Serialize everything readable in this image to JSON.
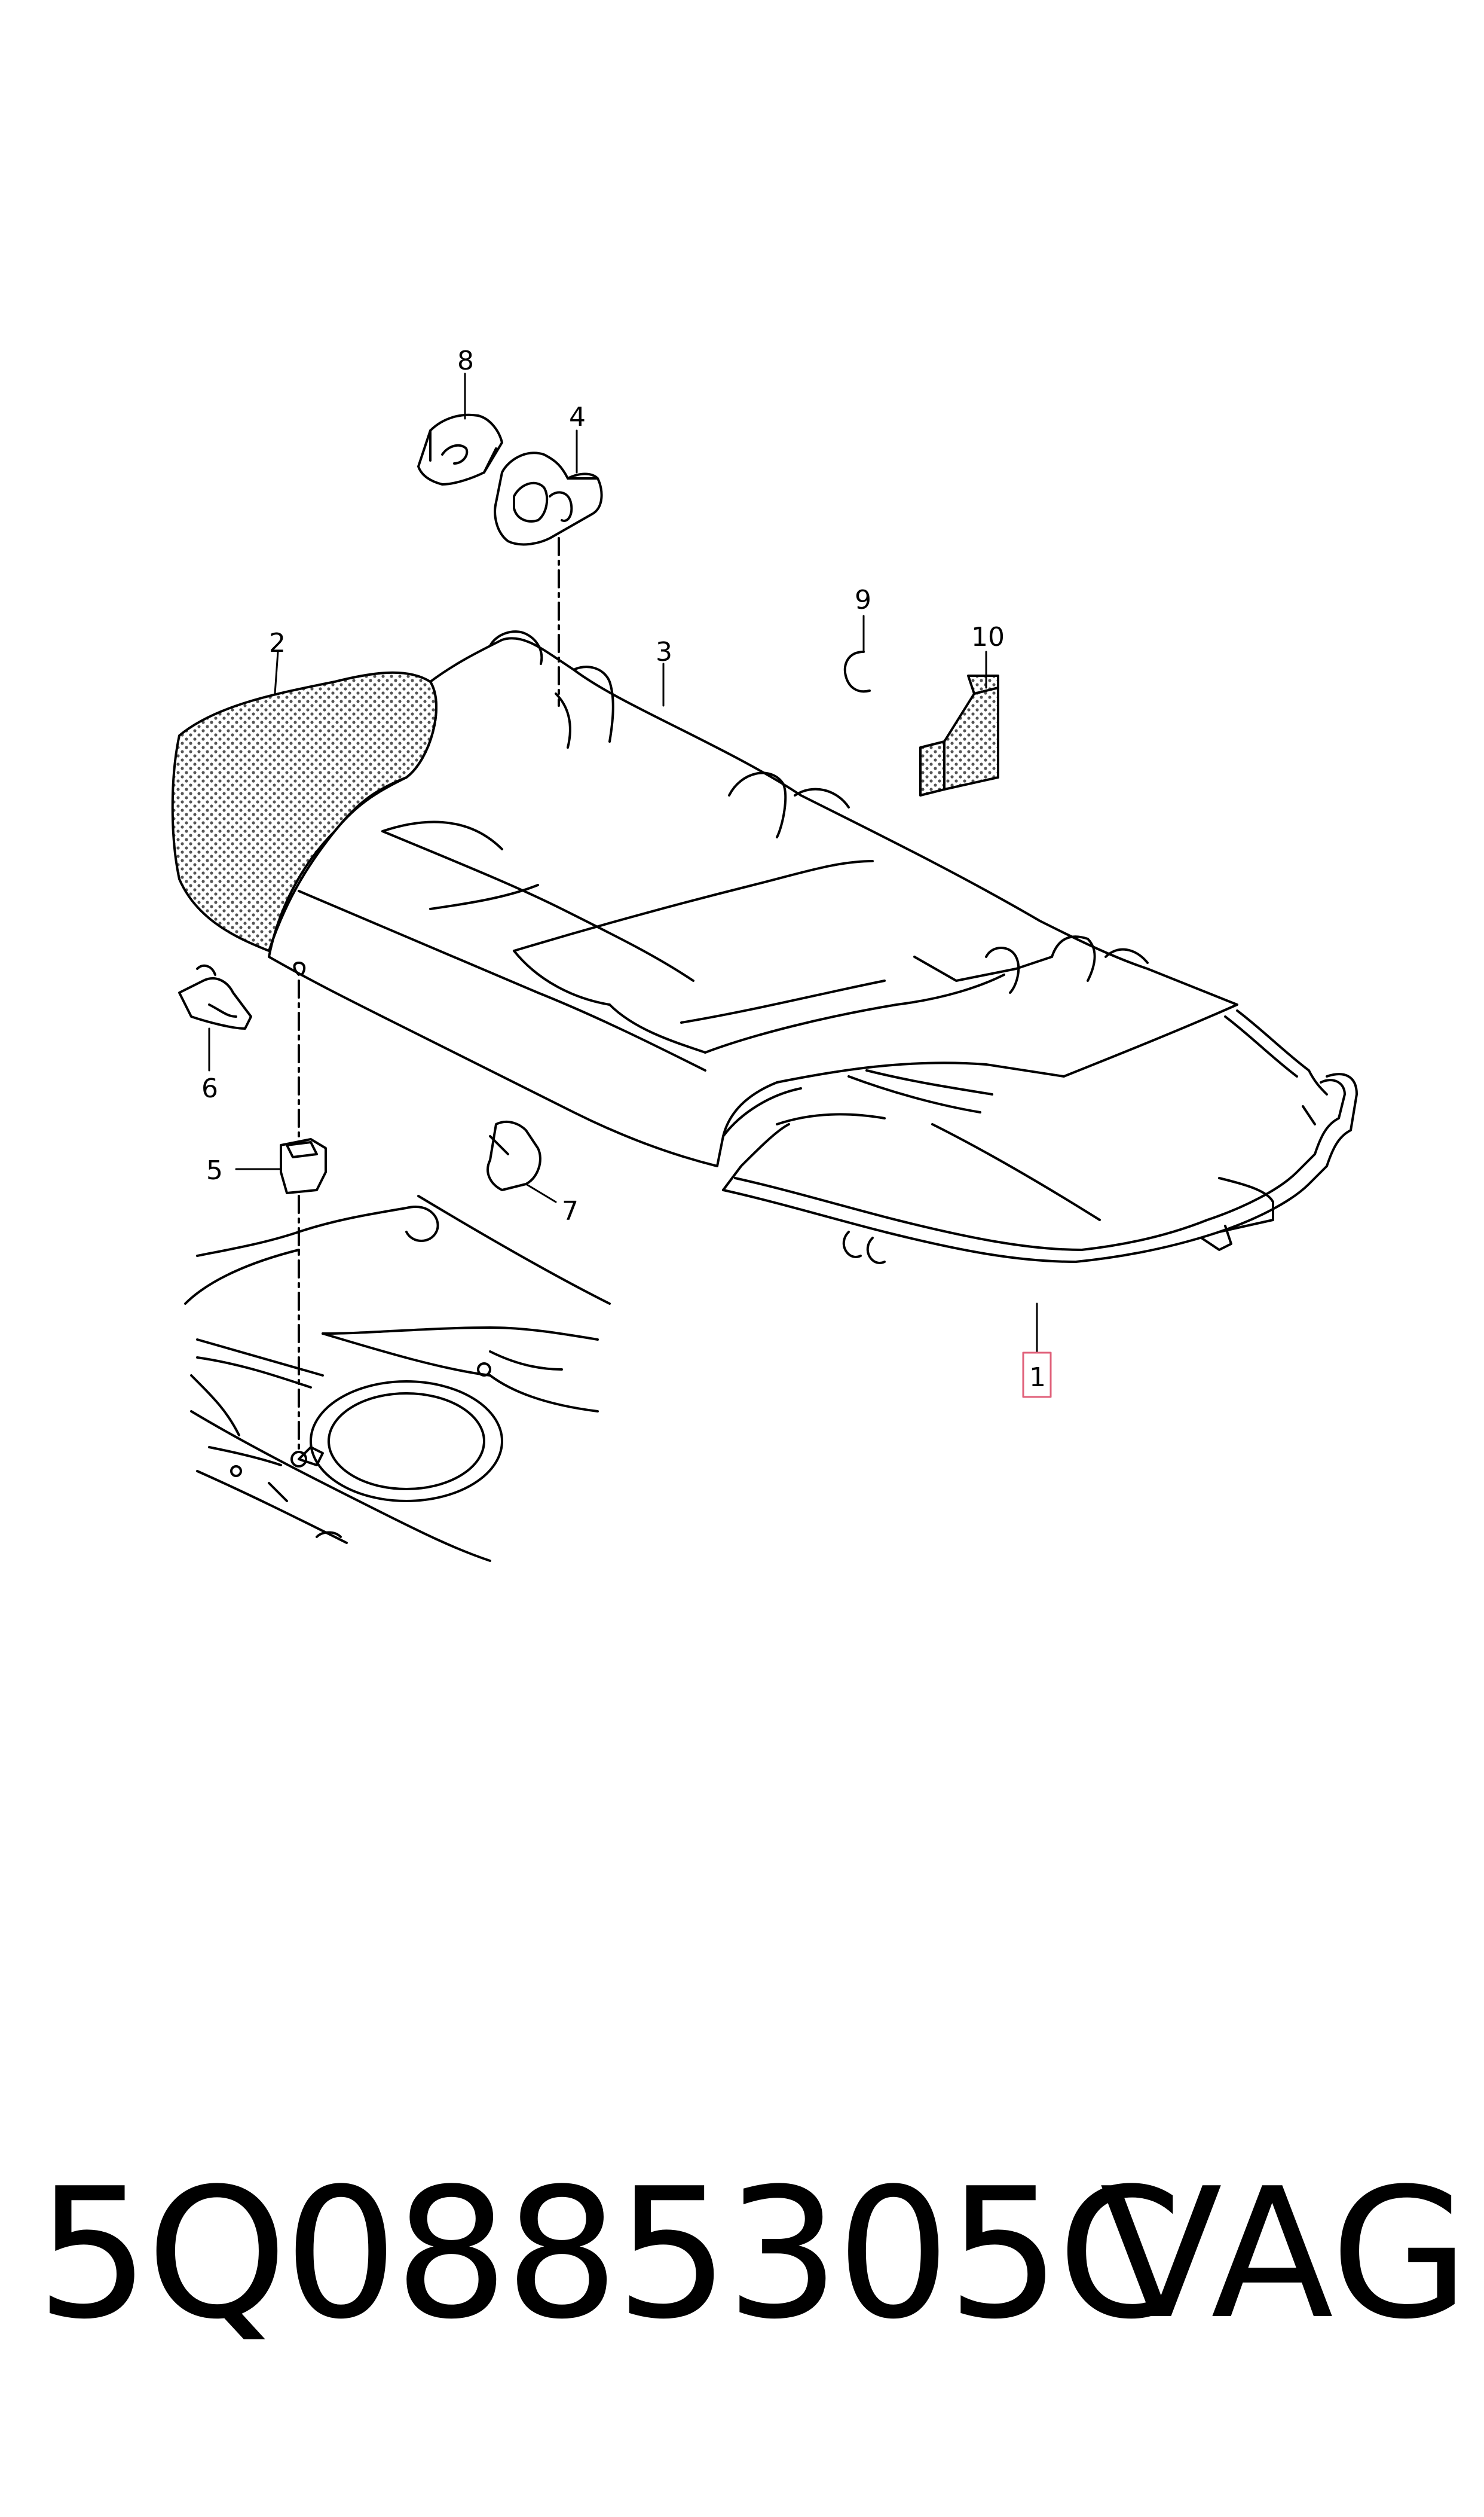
{
  "callouts": {
    "c1": "1",
    "c2": "2",
    "c3": "3",
    "c4": "4",
    "c5": "5",
    "c6": "6",
    "c7": "7",
    "c8": "8",
    "c9": "9",
    "c10": "10"
  },
  "footer": {
    "part_number": "5Q0885305C",
    "brand": "VAG"
  },
  "colors": {
    "line": "#000000",
    "highlight_box": "#e0607a",
    "foam_fill": "#d8d8d8"
  }
}
